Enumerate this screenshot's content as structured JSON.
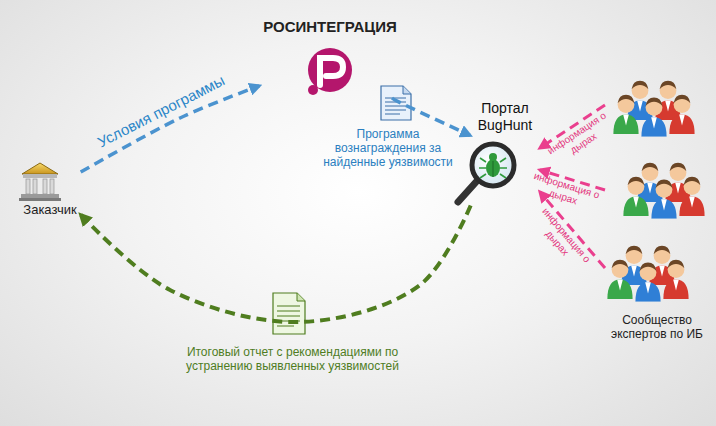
{
  "diagram": {
    "nodes": [
      {
        "text": [
          "Заказчик"
        ]
      },
      {
        "text": [
          "РОСИНТЕГРАЦИЯ"
        ]
      },
      {
        "text": [
          "Портал BugHunt"
        ]
      },
      {
        "text": [
          "Сообщество экспертов по ИБ"
        ]
      }
    ],
    "edges": [
      {
        "from": 0,
        "to": 1,
        "arrow": "to",
        "label": "Условия программы"
      },
      {
        "from": 1,
        "to": 2,
        "arrow": "to",
        "label": "Программа вознаграждения за найденные уязвимости"
      },
      {
        "from": 3,
        "to": 2,
        "arrow": "to",
        "label": "информация о дырах"
      },
      {
        "from": 3,
        "to": 2,
        "arrow": "to",
        "label": "информация о дырах"
      },
      {
        "from": 3,
        "to": 2,
        "arrow": "to",
        "label": "информация о дырах"
      },
      {
        "from": 2,
        "to": 0,
        "arrow": "to",
        "label": "Итоговый отчет с рекомендациями по устранению выявленных уязвимостей"
      }
    ]
  }
}
